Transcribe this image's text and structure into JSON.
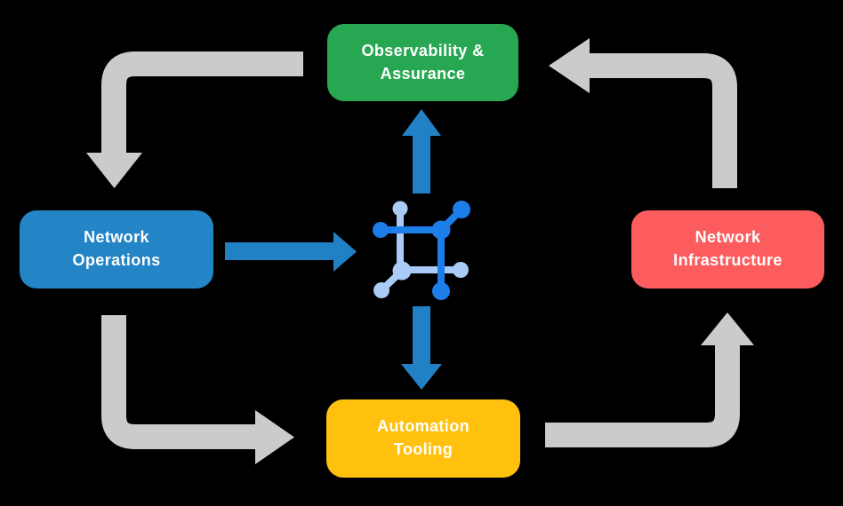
{
  "diagram": {
    "background": "#000000",
    "text_color": "#FFFFFF",
    "nodes": [
      {
        "id": "observability-assurance",
        "label": "Observability & Assurance",
        "lines": [
          "Observability &",
          "Assurance"
        ],
        "color": "#28A752"
      },
      {
        "id": "network-operations",
        "label": "Network Operations",
        "lines": [
          "Network",
          "Operations"
        ],
        "color": "#2384C6"
      },
      {
        "id": "network-infrastructure",
        "label": "Network Infrastructure",
        "lines": [
          "Network",
          "Infrastructure"
        ],
        "color": "#FD5C5E"
      },
      {
        "id": "automation-tooling",
        "label": "Automation Tooling",
        "lines": [
          "Automation",
          "Tooling"
        ],
        "color": "#FFC10E"
      }
    ],
    "cycle_arrows": [
      {
        "from": "observability-assurance",
        "to": "network-operations",
        "direction": "left-then-down",
        "color": "#CBCBCB"
      },
      {
        "from": "network-operations",
        "to": "automation-tooling",
        "direction": "down-then-right",
        "color": "#CBCBCB"
      },
      {
        "from": "automation-tooling",
        "to": "network-infrastructure",
        "direction": "right-then-up",
        "color": "#CBCBCB"
      },
      {
        "from": "network-infrastructure",
        "to": "observability-assurance",
        "direction": "up-then-left",
        "color": "#CBCBCB"
      }
    ],
    "hub_arrows": [
      {
        "from": "network-operations",
        "to": "center-icon",
        "direction": "right",
        "color": "#2280C4"
      },
      {
        "from": "center-icon",
        "to": "observability-assurance",
        "direction": "up",
        "color": "#2280C4"
      },
      {
        "from": "center-icon",
        "to": "automation-tooling",
        "direction": "down",
        "color": "#2280C4"
      }
    ],
    "center_icon": {
      "name": "network-mesh-icon",
      "primary_color": "#1D7DE9",
      "secondary_color": "#A9CBF5"
    }
  }
}
